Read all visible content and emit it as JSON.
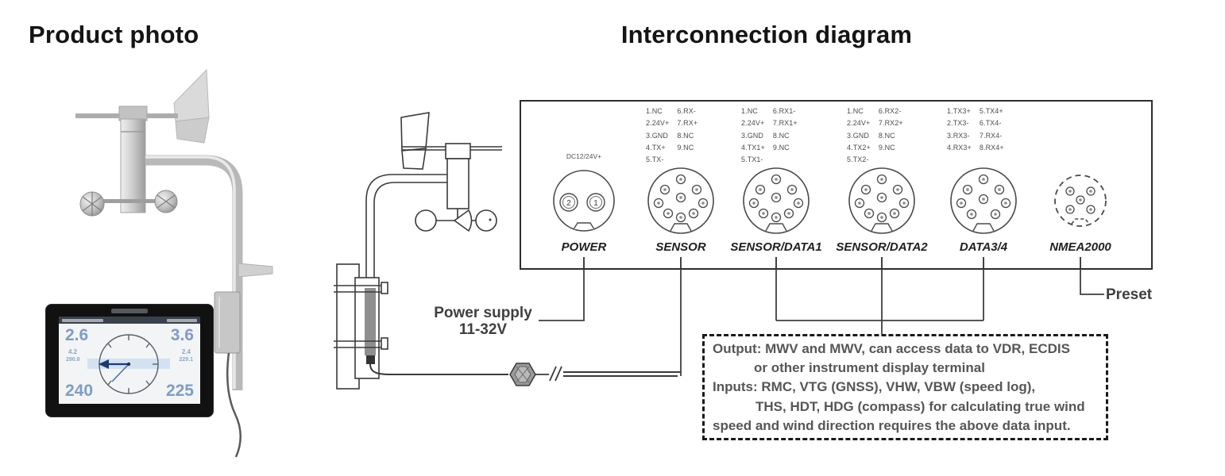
{
  "titles": {
    "left": "Product photo",
    "right": "Interconnection diagram"
  },
  "display": {
    "top_left": "2.6",
    "top_right": "3.6",
    "mid_left_top": "4.2",
    "mid_left_bottom": "290.8",
    "mid_right_top": "2.4",
    "mid_right_bottom": "229.1",
    "bottom_left": "240",
    "bottom_right": "225",
    "value_color": "#7f9cc4"
  },
  "diagram": {
    "power_dc_label": "DC12/24V+",
    "connectors": [
      {
        "name": "POWER",
        "pin_numbers": [
          "2",
          "1"
        ]
      },
      {
        "name": "SENSOR",
        "pins_col1": [
          "1.NC",
          "2.24V+",
          "3.GND",
          "4.TX+",
          "5.TX-"
        ],
        "pins_col2": [
          "6.RX-",
          "7.RX+",
          "8.NC",
          "9.NC"
        ]
      },
      {
        "name": "SENSOR/DATA1",
        "pins_col1": [
          "1.NC",
          "2.24V+",
          "3.GND",
          "4.TX1+",
          "5.TX1-"
        ],
        "pins_col2": [
          "6.RX1-",
          "7.RX1+",
          "8.NC",
          "9.NC"
        ]
      },
      {
        "name": "SENSOR/DATA2",
        "pins_col1": [
          "1.NC",
          "2.24V+",
          "3.GND",
          "4.TX2+",
          "5.TX2-"
        ],
        "pins_col2": [
          "6.RX2-",
          "7.RX2+",
          "8.NC",
          "9.NC"
        ]
      },
      {
        "name": "DATA3/4",
        "pins_col1": [
          "1.TX3+",
          "2.TX3-",
          "3.RX3-",
          "4.RX3+"
        ],
        "pins_col2": [
          "5.TX4+",
          "6.TX4-",
          "7.RX4-",
          "8.RX4+"
        ]
      },
      {
        "name": "NMEA2000"
      }
    ],
    "power_supply_line1": "Power supply",
    "power_supply_line2": "11-32V",
    "preset_label": "Preset",
    "note_lines": [
      "Output: MWV and MWV, can access data to VDR, ECDIS",
      "or other instrument display terminal",
      "Inputs: RMC, VTG (GNSS), VHW, VBW (speed log),",
      "THS, HDT, HDG (compass) for calculating true wind",
      "speed and wind direction requires the above data input."
    ]
  }
}
